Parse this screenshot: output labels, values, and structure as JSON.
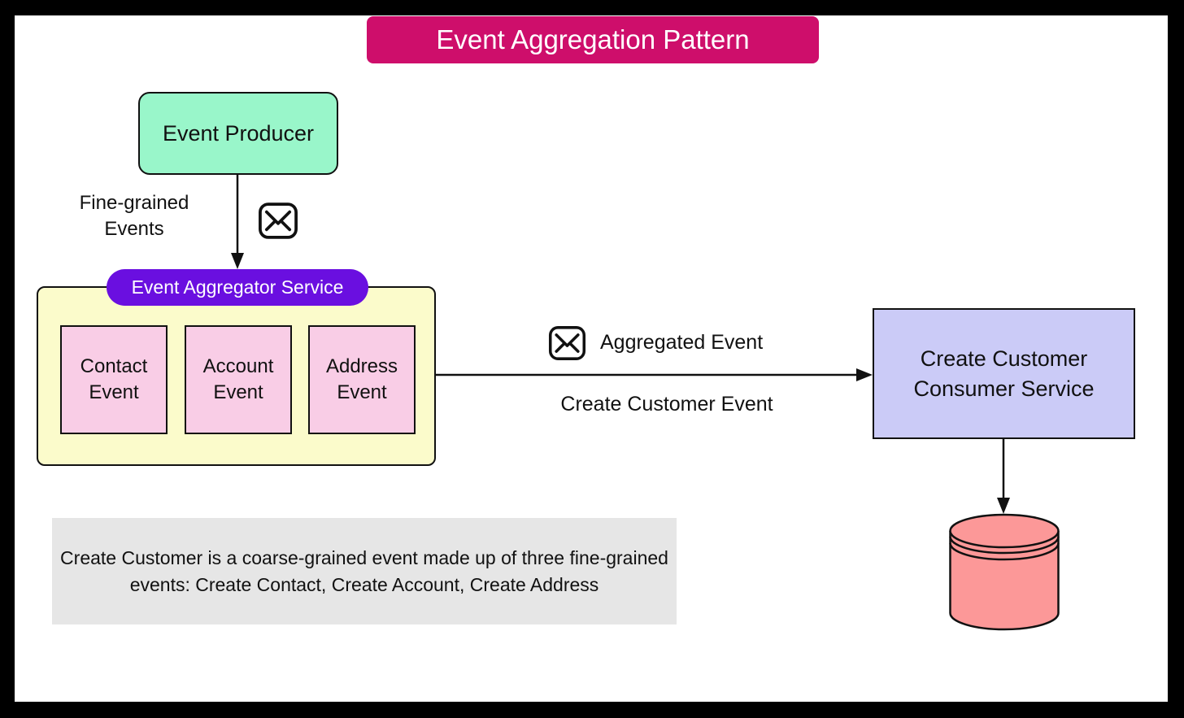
{
  "title": "Event Aggregation Pattern",
  "producer": {
    "label": "Event Producer"
  },
  "fine_grained_label": "Fine-grained\nEvents",
  "aggregator": {
    "label": "Event Aggregator Service",
    "events": [
      "Contact Event",
      "Account Event",
      "Address Event"
    ]
  },
  "flow": {
    "aggregated_event_label": "Aggregated Event",
    "create_customer_event_label": "Create Customer Event"
  },
  "consumer": {
    "label": "Create Customer Consumer Service"
  },
  "note": "Create Customer is a coarse-grained event made up of three fine-grained events: Create Contact, Create Account, Create Address",
  "icons": {
    "envelope_fine_grained": "message-envelope",
    "envelope_aggregated": "message-envelope",
    "database": "database-cylinder"
  },
  "colors": {
    "frame": "#000000",
    "canvas": "#FFFFFF",
    "title_banner": "#CE0E6B",
    "producer": "#99F6CA",
    "aggregator_pill": "#6A0FE0",
    "aggregator_container": "#FBFBCB",
    "event_box": "#F9CDE6",
    "consumer": "#CBCBF7",
    "database": "#FC9898",
    "note": "#E6E6E6",
    "stroke": "#111111"
  }
}
